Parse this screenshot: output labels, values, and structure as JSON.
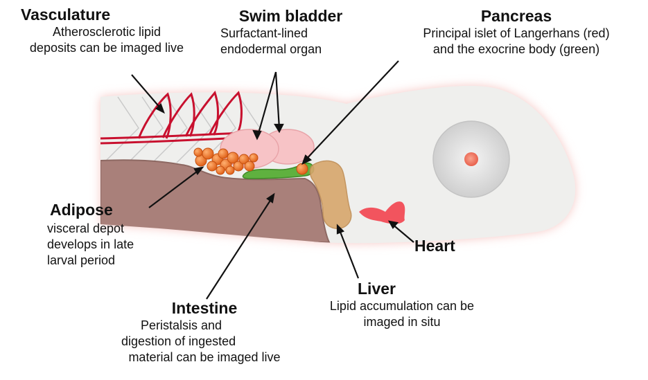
{
  "labels": {
    "vasculature": {
      "title": "Vasculature",
      "lines": [
        "Atherosclerotic lipid",
        "deposits can be imaged live"
      ]
    },
    "swim_bladder": {
      "title": "Swim bladder",
      "lines": [
        "Surfactant-lined",
        "endodermal organ"
      ]
    },
    "pancreas": {
      "title": "Pancreas",
      "lines": [
        "Principal islet of Langerhans (red)",
        "and the exocrine body (green)"
      ]
    },
    "adipose": {
      "title": "Adipose",
      "lines": [
        "visceral depot",
        "develops in late",
        "larval period"
      ]
    },
    "heart": {
      "title": "Heart"
    },
    "liver": {
      "title": "Liver",
      "lines": [
        "Lipid accumulation can be",
        "imaged in situ"
      ]
    },
    "intestine": {
      "title": "Intestine",
      "lines": [
        "Peristalsis and",
        "digestion of ingested",
        "material can be imaged live"
      ]
    }
  },
  "colors": {
    "body_fill": "#efefed",
    "body_glow": "#f6c7c4",
    "vessel": "#c8102e",
    "swim_bladder": "#f7c3c6",
    "adipose": "#f07a28",
    "exocrine_pancreas": "#5fb13f",
    "islet": "#f07a28",
    "liver": "#d7a66c",
    "intestine": "#a9807a",
    "heart": "#f2545e",
    "eye_outer": "#dcdcdc",
    "eye_pupil": "#f07b62"
  }
}
